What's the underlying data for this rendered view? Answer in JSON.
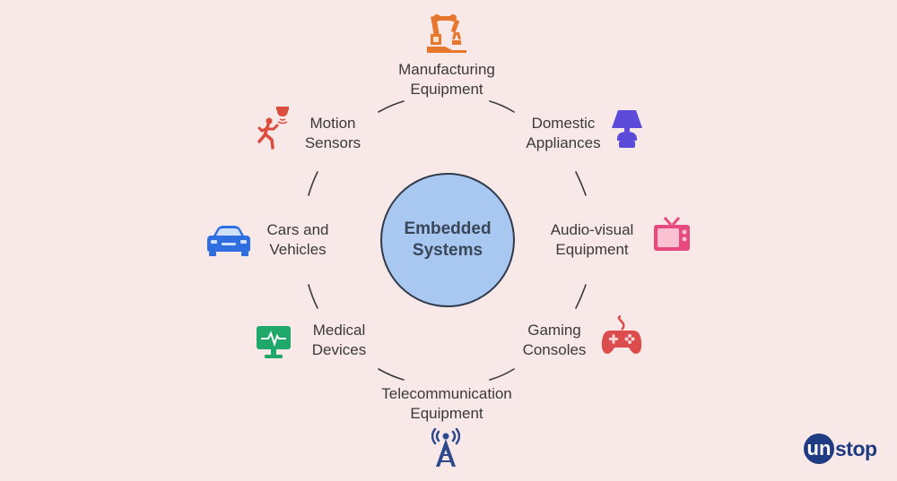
{
  "center": {
    "line1": "Embedded",
    "line2": "Systems"
  },
  "nodes": [
    {
      "line1": "Manufacturing",
      "line2": "Equipment",
      "icon": "robotic-arm-icon",
      "color": "#e8772e"
    },
    {
      "line1": "Domestic",
      "line2": "Appliances",
      "icon": "lamp-icon",
      "color": "#5b4bd8"
    },
    {
      "line1": "Audio-visual",
      "line2": "Equipment",
      "icon": "tv-icon",
      "color": "#e84a7f"
    },
    {
      "line1": "Gaming",
      "line2": "Consoles",
      "icon": "gamepad-icon",
      "color": "#dc4c4c"
    },
    {
      "line1": "Telecommunication",
      "line2": "Equipment",
      "icon": "antenna-tower-icon",
      "color": "#2c4a8c"
    },
    {
      "line1": "Medical",
      "line2": "Devices",
      "icon": "heart-monitor-icon",
      "color": "#1fa86a"
    },
    {
      "line1": "Cars and",
      "line2": "Vehicles",
      "icon": "car-icon",
      "color": "#2f6ee0"
    },
    {
      "line1": "Motion",
      "line2": "Sensors",
      "icon": "motion-sensor-icon",
      "color": "#dc4c3c"
    }
  ],
  "logo": {
    "first": "un",
    "rest": "stop"
  },
  "colors": {
    "background": "#f9e8e8",
    "center_fill": "#a8c8f2",
    "ring_line": "#3a3a3a"
  }
}
